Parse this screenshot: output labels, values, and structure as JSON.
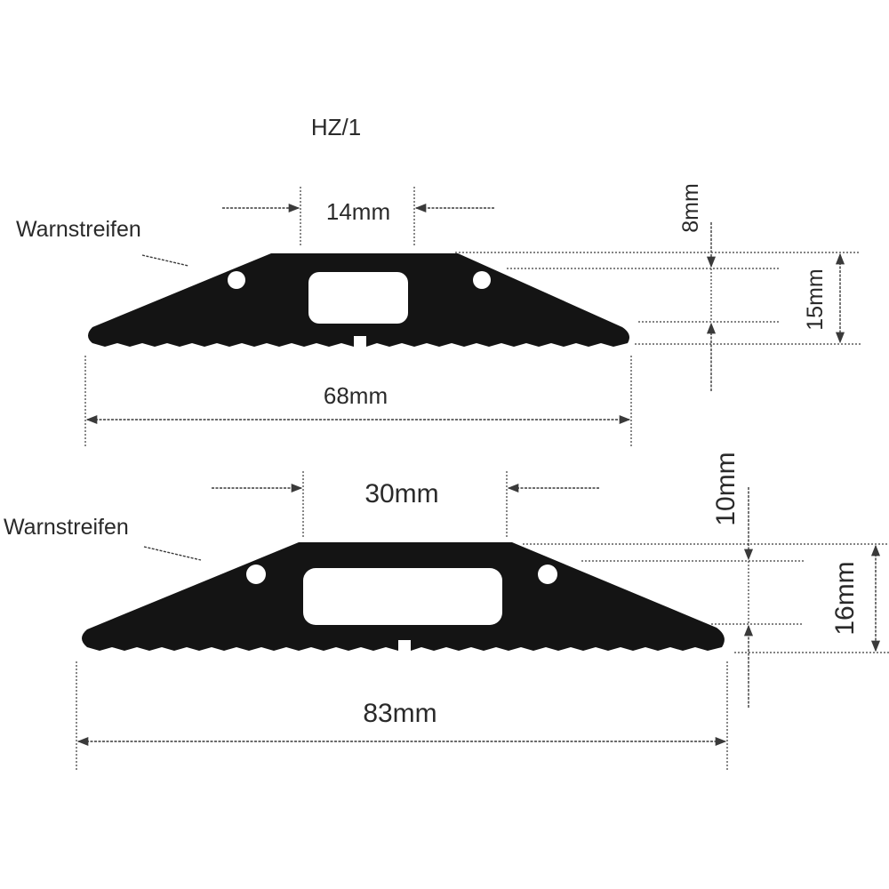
{
  "diagram": {
    "model_label": "HZ/1",
    "profile_small": {
      "warning_label": "Warnstreifen",
      "channel_width": "14mm",
      "channel_height": "8mm",
      "total_height": "15mm",
      "total_width": "68mm"
    },
    "profile_large": {
      "warning_label": "Warnstreifen",
      "channel_width": "30mm",
      "channel_height": "10mm",
      "total_height": "16mm",
      "total_width": "83mm"
    },
    "colors": {
      "profile_fill": "#141414",
      "line": "#3a3a3a",
      "text": "#2a2a2a"
    }
  }
}
